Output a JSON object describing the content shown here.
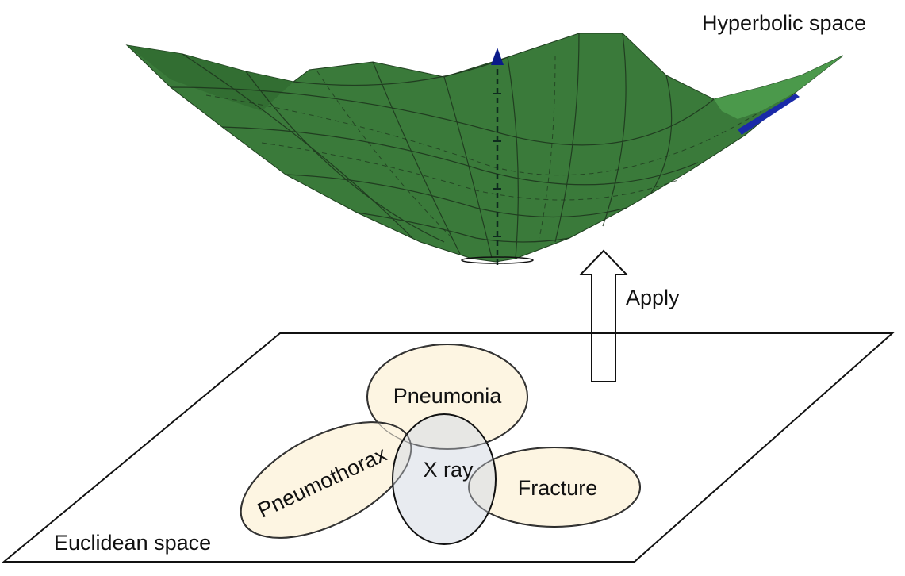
{
  "labels": {
    "hyperbolic": "Hyperbolic space",
    "euclidean": "Euclidean space",
    "apply": "Apply"
  },
  "concepts": [
    {
      "name": "Pneumonia",
      "role": "child"
    },
    {
      "name": "Pneumothorax",
      "role": "child"
    },
    {
      "name": "Fracture",
      "role": "child"
    },
    {
      "name": "X ray",
      "role": "root"
    }
  ],
  "colors": {
    "surface": "#3a7a3a",
    "surface_dark": "#2d5f2d",
    "surface_light": "#4a924a",
    "concept_fill": "#fdf5e2",
    "root_fill": "#e3e7ee",
    "axis": "#0a1a8a",
    "outline": "#111111"
  }
}
